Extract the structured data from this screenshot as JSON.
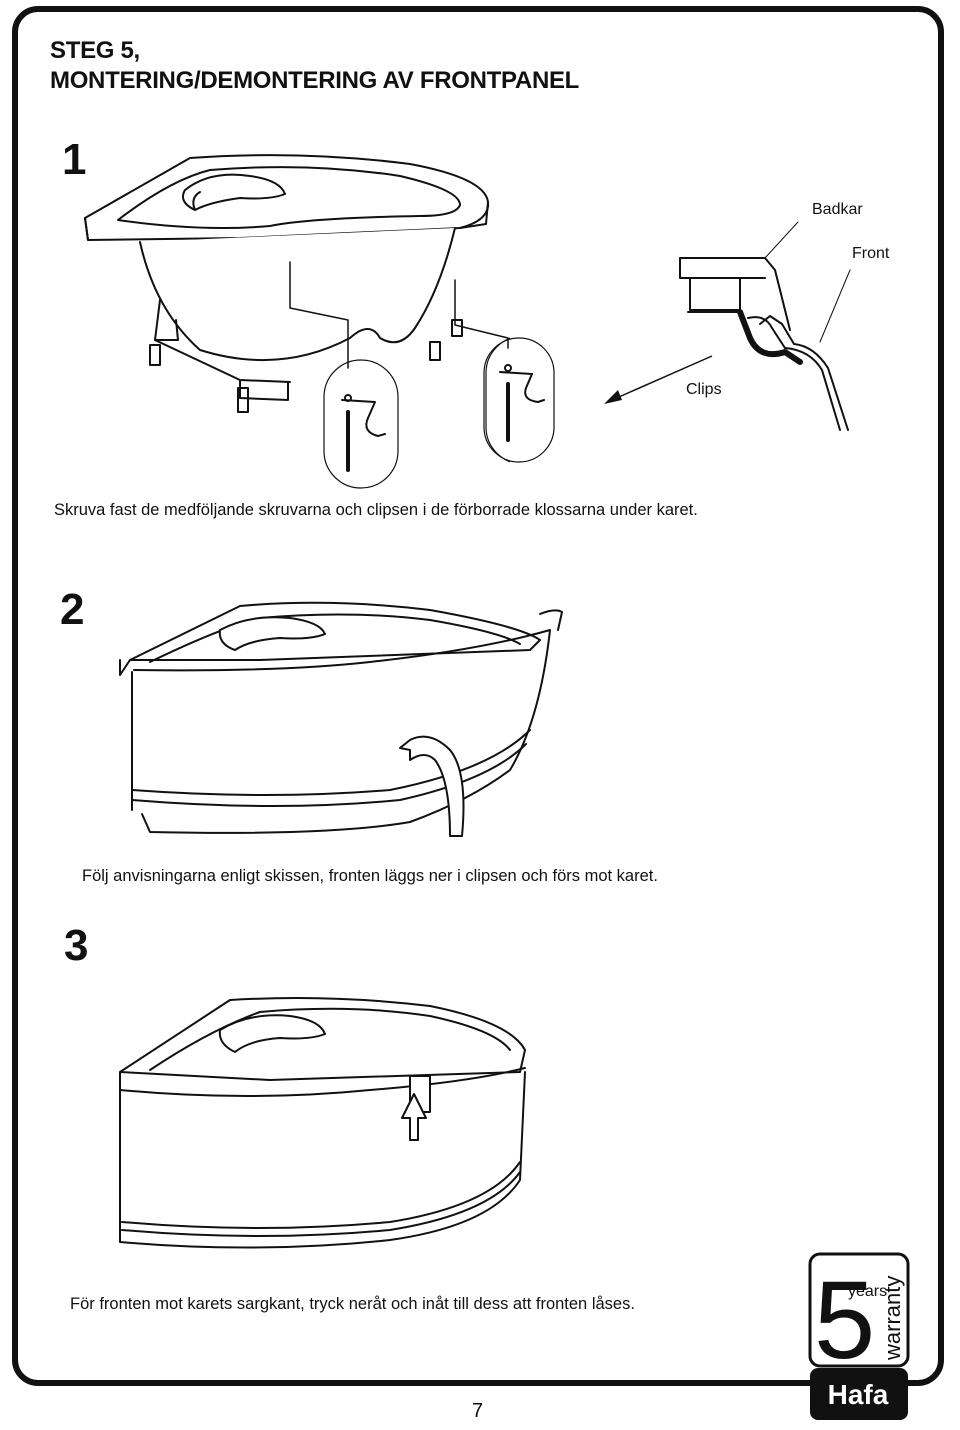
{
  "title": {
    "line1": "STEG 5,",
    "line2": "MONTERING/DEMONTERING AV FRONTPANEL"
  },
  "steps": [
    {
      "number": "1",
      "caption": "Skruva fast de medföljande skruvarna och clipsen i de förborrade klossarna under karet.",
      "callouts": {
        "badkar": "Badkar",
        "front": "Front",
        "clips": "Clips"
      }
    },
    {
      "number": "2",
      "caption": "Följ anvisningarna enligt skissen, fronten läggs ner i clipsen och förs mot karet."
    },
    {
      "number": "3",
      "caption": "För fronten mot karets sargkant, tryck neråt och inåt till dess att fronten låses."
    }
  ],
  "warranty": {
    "number": "5",
    "years": "years",
    "warranty": "warranty",
    "brand": "Hafa"
  },
  "page_number": "7"
}
